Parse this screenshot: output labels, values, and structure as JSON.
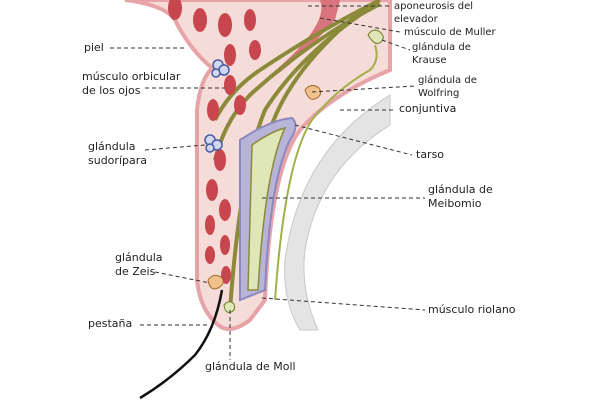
{
  "title": "Anatomía del párpado",
  "labels": {
    "aponeurosis": [
      "aponeurosis del",
      "elevador"
    ],
    "muller": "músculo de Muller",
    "krause": [
      "glándula de",
      "Krause"
    ],
    "wolfring": [
      "glándula de",
      "Wolfring"
    ],
    "conjuntiva": "conjuntiva",
    "tarso": "tarso",
    "meibomio": [
      "glándula de",
      "Meibomio"
    ],
    "riolano": "músculo riolano",
    "moll": "glándula de Moll",
    "pestana": "pestaña",
    "zeis": [
      "glándula",
      "de Zeis"
    ],
    "sudoripara": [
      "glándula",
      "sudorípara"
    ],
    "orbicular": [
      "músculo orbicular",
      "de los ojos"
    ],
    "piel": "piel"
  },
  "colors": {
    "skin": "#f6dcd8",
    "skin_edge": "#e6a3a8",
    "muscle": "#c8474f",
    "aponeurosis": "#8a8a3a",
    "tarsus": "#b7b4d8",
    "gland": "#dfe7b8",
    "sclera": "#e6e6e6"
  }
}
